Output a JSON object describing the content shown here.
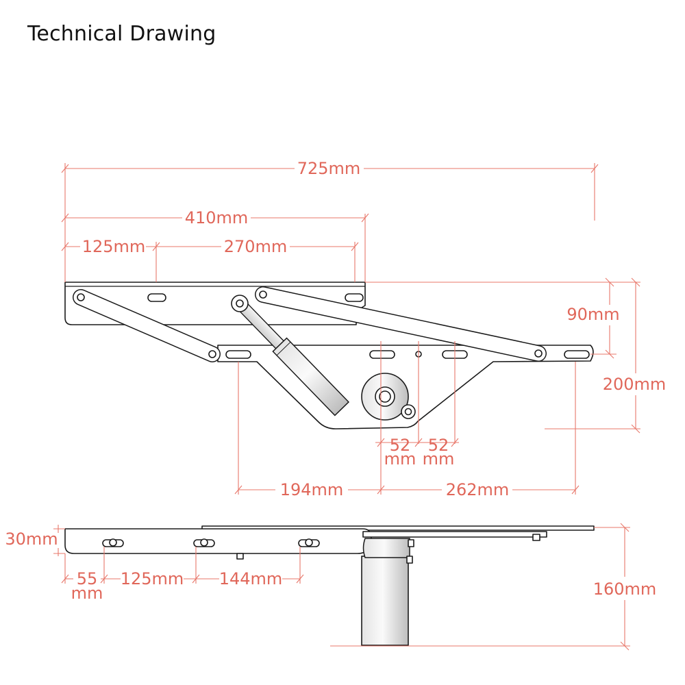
{
  "title": "Technical Drawing",
  "top_view": {
    "overall_length": "725mm",
    "length_410": "410mm",
    "offset_125": "125mm",
    "span_270": "270mm",
    "height_90": "90mm",
    "height_200": "200mm",
    "pitch_a_value": "52",
    "pitch_a_unit": "mm",
    "pitch_b_value": "52",
    "pitch_b_unit": "mm",
    "base_194": "194mm",
    "base_262": "262mm"
  },
  "side_view": {
    "thickness_30": "30mm",
    "offset_55_value": "55",
    "offset_55_unit": "mm",
    "spacing_125": "125mm",
    "spacing_144": "144mm",
    "height_160": "160mm"
  },
  "colors": {
    "dimension": "#e8776a",
    "outline": "#1a1a1a"
  }
}
